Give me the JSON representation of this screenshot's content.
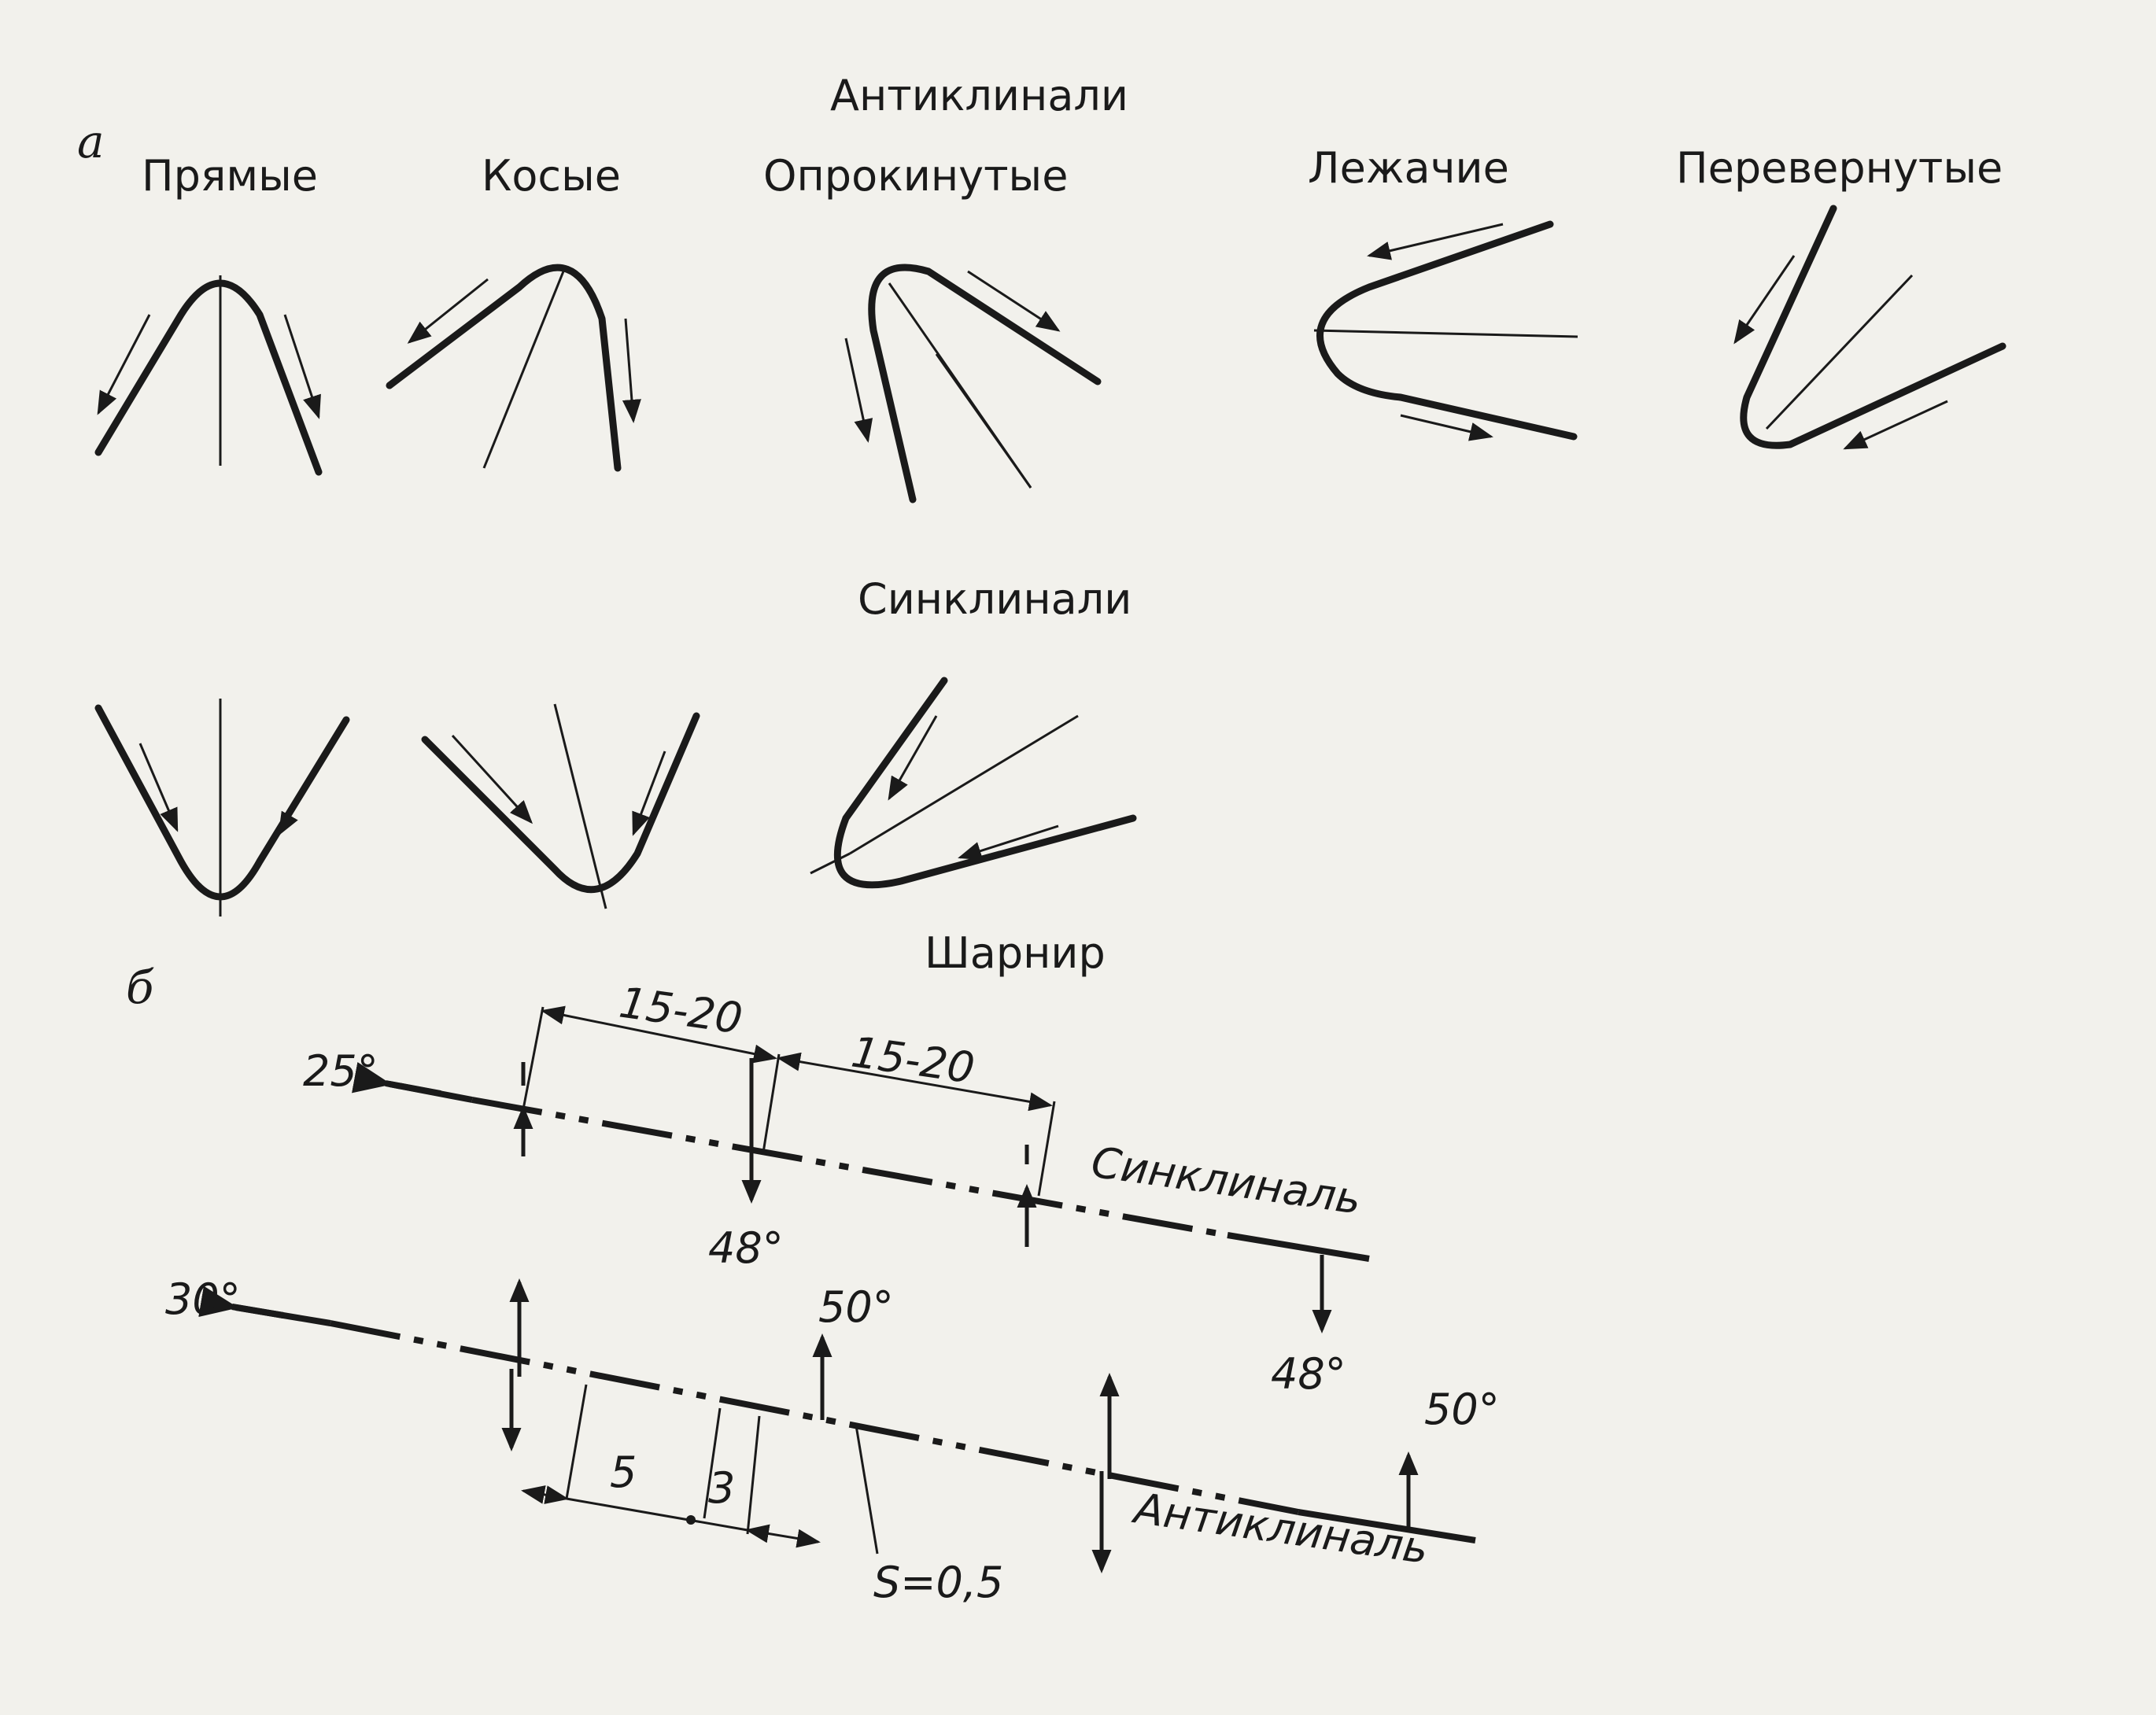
{
  "section_a": {
    "letter": "а",
    "anticlines_title": "Антиклинали",
    "anticline_labels": [
      "Прямые",
      "Косые",
      "Опрокинутые",
      "Лежачие",
      "Перевернутые"
    ],
    "synclines_title": "Синклинали"
  },
  "section_b": {
    "letter": "б",
    "hinge_label": "Шарнир",
    "dim_top_left": "15-20",
    "dim_top_right": "15-20",
    "syncline_label": "Синклиналь",
    "anticline_label": "Антиклиналь",
    "angle_syncline_plunge": "25°",
    "angle_syncline_dip_1": "48°",
    "angle_syncline_dip_2": "48°",
    "angle_anticline_plunge": "30°",
    "angle_anticline_dip_1": "50°",
    "angle_anticline_dip_2": "50°",
    "dim_5": "5",
    "dim_3": "3",
    "thickness_label": "S=0,5"
  }
}
